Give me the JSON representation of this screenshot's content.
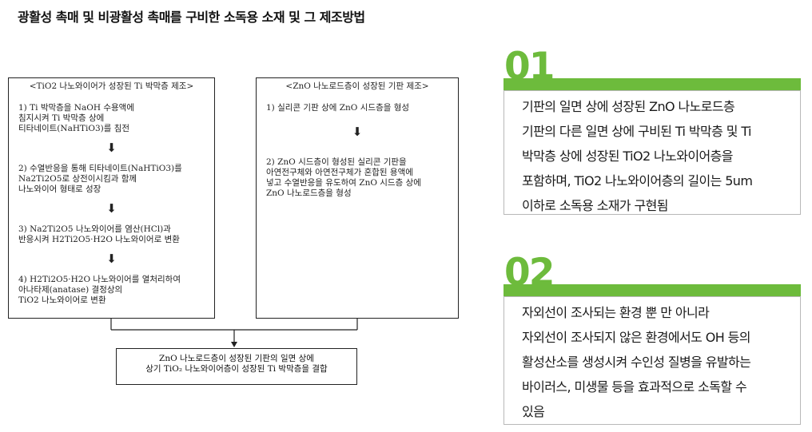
{
  "page": {
    "title": "광활성 촉매 및 비광활성 촉매를 구비한 소독용 소재 및 그 제조방법"
  },
  "diagram": {
    "left_box": {
      "heading": "<TiO2 나노와이어가 성장된 Ti 박막층 제조>",
      "steps": [
        "1) Ti 박막층을 NaOH 수용액에\n   침지시켜 Ti 박막층 상에\n   티타네이트(NaHTiO3)를 침전",
        "2) 수열반응을 통해 티타네이트(NaHTiO3)를\n   Na2Ti2O5로 상전이시킴과 함께\n   나노와이어 형태로 성장",
        "3) Na2Ti2O5 나노와이어를 염산(HCl)과\n   반응시켜 H2Ti2O5·H2O 나노와이어로 변환",
        "4) H2Ti2O5·H2O 나노와이어를 열처리하여\n   아나타제(anatase) 결정상의\n   TiO2 나노와이어로 변환"
      ]
    },
    "right_box": {
      "heading": "<ZnO 나노로드층이 성장된 기판 제조>",
      "steps": [
        "1) 실리콘 기판 상에 ZnO 시드층을 형성",
        "2) ZnO 시드층이 형성된 실리콘 기판을\n   아연전구체와 아연전구체가 혼합된 용액에\n   넣고 수열반응을 유도하여 ZnO 시드층 상에\n   ZnO 나노로드층을 형성"
      ]
    },
    "arrow_glyph": "⬇",
    "result_box": {
      "line1": "ZnO 나노로드층이 성장된 기판의 일면 상에",
      "line2": "상기 TiO₂ 나노와이어층이 성장된 Ti 박막층을 결합"
    }
  },
  "cards": [
    {
      "number": "01",
      "text": " 기판의 일면 상에 성장된 ZnO 나노로드층\n기판의 다른 일면 상에 구비된 Ti 박막층 및 Ti\n박막층 상에 성장된 TiO2 나노와이어층을\n포함하며, TiO2 나노와이어층의 길이는 5um\n이하로 소독용 소재가 구현됨"
    },
    {
      "number": "02",
      "text": "자외선이 조사되는 환경 뿐 만 아니라\n자외선이 조사되지 않은 환경에서도 OH 등의\n활성산소를 생성시켜 수인성 질병을 유발하는\n바이러스, 미생물 등을 효과적으로 소독할 수\n있음"
    }
  ],
  "colors": {
    "accent_green": "#6dbb3c",
    "card_border": "#b8b8b8",
    "diagram_line": "#222222"
  }
}
